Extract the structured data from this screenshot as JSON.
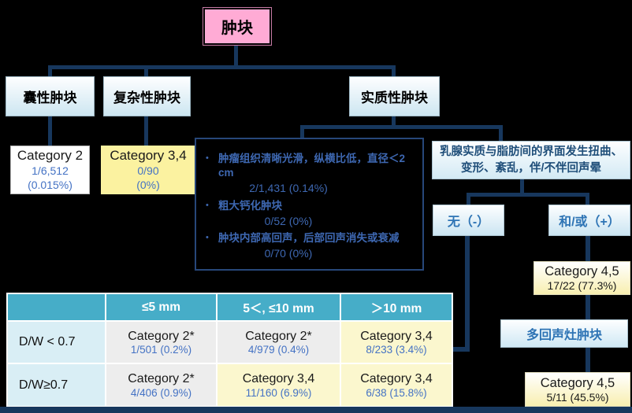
{
  "colors": {
    "background": "#000000",
    "connector": "#17375D",
    "root_pink": "#FFABD5",
    "branch_blue": "#CDE6F1",
    "category34_yellow": "#FBF2A0",
    "stat_blue": "#4472C4",
    "table_header_teal": "#46ADC8",
    "table_label_blue": "#D9EEF5",
    "table_gray": "#EDEDED",
    "table_yellow": "#FBF7CE"
  },
  "root": {
    "label": "肿块"
  },
  "branches": [
    {
      "label": "囊性肿块"
    },
    {
      "label": "复杂性肿块"
    },
    {
      "label": "实质性肿块"
    }
  ],
  "cystic_result": {
    "title": "Category 2",
    "stat": "1/6,512",
    "pct": "(0.015%)"
  },
  "complex_result": {
    "title": "Category 3,4",
    "stat": "0/90",
    "pct": "(0%)"
  },
  "criteria": {
    "bullet": "•",
    "items": [
      {
        "text": "肿瘤组织清晰光滑，纵横比低，直径＜2 cm",
        "stat": "2/1,431  (0.14%)"
      },
      {
        "text": "粗大钙化肿块",
        "stat": "0/52  (0%)"
      },
      {
        "text": "肿块内部高回声，后部回声消失或衰减",
        "stat": "0/70  (0%)"
      }
    ]
  },
  "parenchyma_box": {
    "text": "乳腺实质与脂肪间的界面发生扭曲、变形、紊乱，伴/不伴回声晕"
  },
  "negative_box": {
    "label": "无（-）"
  },
  "positive_box": {
    "label": "和/或（+）"
  },
  "positive_result": {
    "title": "Category 4,5",
    "stat": "17/22  (77.3%)"
  },
  "echo_box": {
    "label": "多回声灶肿块"
  },
  "echo_result": {
    "title": "Category 4,5",
    "stat": "5/11  (45.5%)"
  },
  "table": {
    "headers": [
      "",
      "≤5 mm",
      "5＜,  ≤10 mm",
      "＞10 mm"
    ],
    "rows": [
      {
        "label": "D/W < 0.7",
        "cells": [
          {
            "title": "Category 2*",
            "stat": "1/501  (0.2%)"
          },
          {
            "title": "Category 2*",
            "stat": "4/979  (0.4%)"
          },
          {
            "title": "Category 3,4",
            "stat": "8/233  (3.4%)"
          }
        ]
      },
      {
        "label": "D/W≥0.7",
        "cells": [
          {
            "title": "Category 2*",
            "stat": "4/406  (0.9%)"
          },
          {
            "title": "Category 3,4",
            "stat": "11/160  (6.9%)"
          },
          {
            "title": "Category 3,4",
            "stat": "6/38  (15.8%)"
          }
        ]
      }
    ]
  }
}
